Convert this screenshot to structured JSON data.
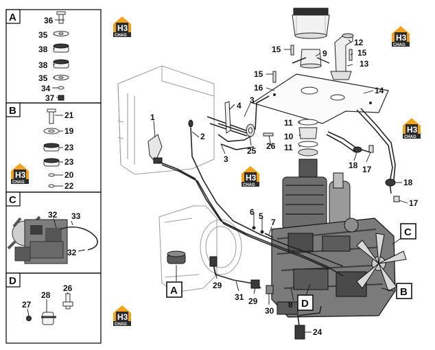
{
  "colors": {
    "watermark_orange": "#f2a31b",
    "watermark_dark": "#2b2b2b",
    "line": "#111111"
  },
  "watermark": {
    "line1": "H3",
    "line2": "CHAG",
    "icon": "h3chag-logo"
  },
  "panels": [
    {
      "id": "A",
      "letter": "A",
      "callouts": [
        "36",
        "35",
        "38",
        "38",
        "35",
        "34",
        "37"
      ]
    },
    {
      "id": "B",
      "letter": "B",
      "callouts": [
        "21",
        "19",
        "23",
        "23",
        "20",
        "22"
      ]
    },
    {
      "id": "C",
      "letter": "C",
      "callouts": [
        "32",
        "33",
        "32"
      ]
    },
    {
      "id": "D",
      "letter": "D",
      "callouts": [
        "26",
        "27",
        "28"
      ]
    }
  ],
  "main": {
    "detail_markers": [
      "A",
      "B",
      "C",
      "D"
    ],
    "callouts": [
      "1",
      "2",
      "3",
      "3",
      "4",
      "5",
      "6",
      "7",
      "8",
      "9",
      "10",
      "11",
      "11",
      "12",
      "13",
      "14",
      "15",
      "15",
      "15",
      "16",
      "17",
      "17",
      "18",
      "18",
      "24",
      "25",
      "26",
      "29",
      "29",
      "30",
      "31"
    ]
  }
}
